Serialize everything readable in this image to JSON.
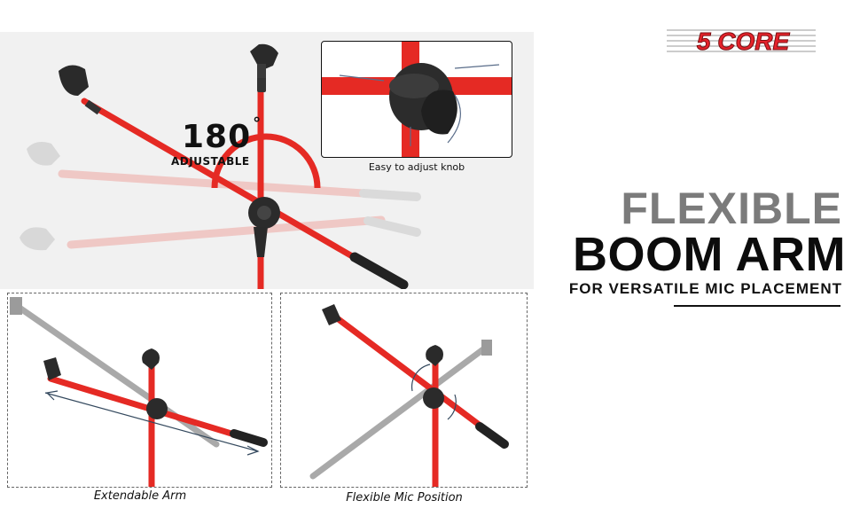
{
  "brand": {
    "name": "5 CORE",
    "colors": {
      "red": "#e4232b",
      "line": "#9a9a9a"
    }
  },
  "hero": {
    "rotation_value": "180",
    "degree_symbol": "°",
    "rotation_label": "ADJUSTABLE",
    "inset_caption": "Easy to adjust knob"
  },
  "panels": {
    "extend_caption": "Extendable Arm",
    "flex_caption": "Flexible Mic Position"
  },
  "headline": {
    "line1": "FLEXIBLE",
    "line2": "BOOM ARM",
    "line3": "FOR VERSATILE MIC PLACEMENT"
  },
  "colors": {
    "tube_red": "#e52a24",
    "faded_red": "#eea7a2",
    "dark": "#222222",
    "gray_arm": "#9b9b9b",
    "text_gray": "#7b7b7b"
  }
}
